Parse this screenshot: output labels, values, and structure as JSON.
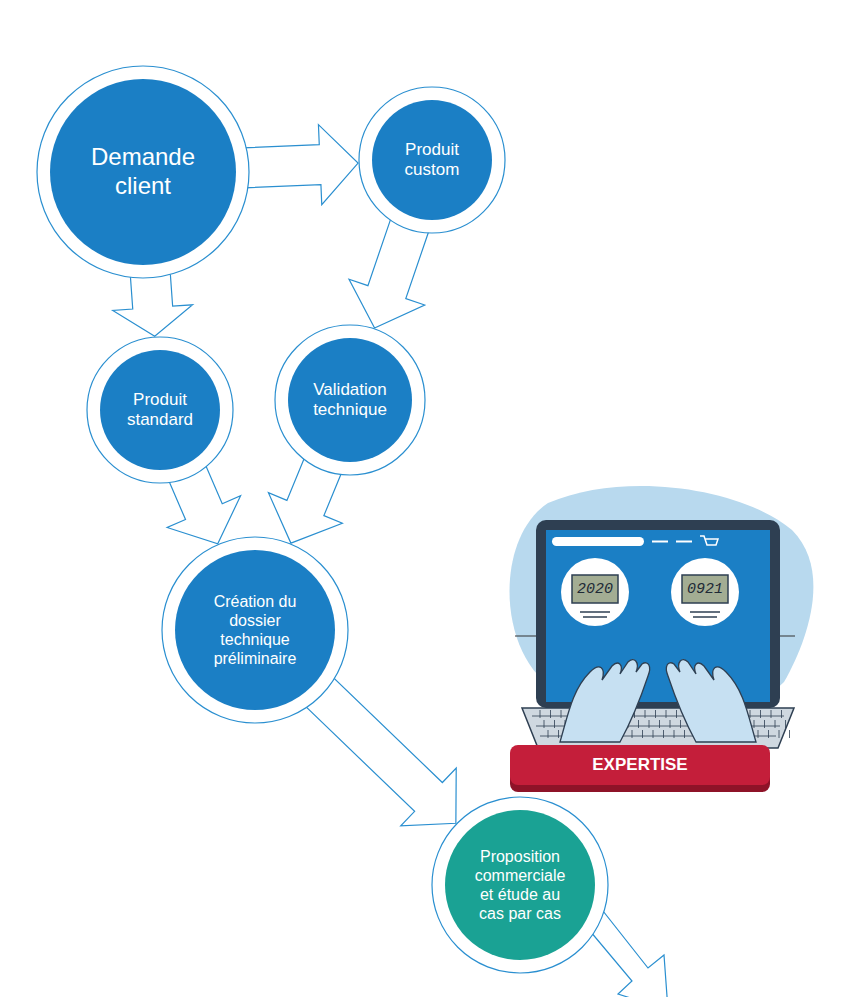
{
  "diagram": {
    "nodes": [
      {
        "text": [
          "Demande client"
        ]
      },
      {
        "text": [
          "Produit custom"
        ]
      },
      {
        "text": [
          "Produit standard"
        ]
      },
      {
        "text": [
          "Validation technique"
        ]
      },
      {
        "text": [
          "Création du dossier technique préliminaire"
        ]
      },
      {
        "text": [
          "Proposition commerciale et étude au cas par cas"
        ]
      }
    ],
    "edges": [
      {
        "from": 0,
        "to": 1,
        "arrow": "to"
      },
      {
        "from": 0,
        "to": 2,
        "arrow": "to"
      },
      {
        "from": 1,
        "to": 3,
        "arrow": "to"
      },
      {
        "from": 2,
        "to": 4,
        "arrow": "to"
      },
      {
        "from": 3,
        "to": 4,
        "arrow": "to"
      },
      {
        "from": 4,
        "to": 5,
        "arrow": "to"
      }
    ],
    "labels": [
      "2020",
      "0921",
      "EXPERTISE"
    ]
  }
}
